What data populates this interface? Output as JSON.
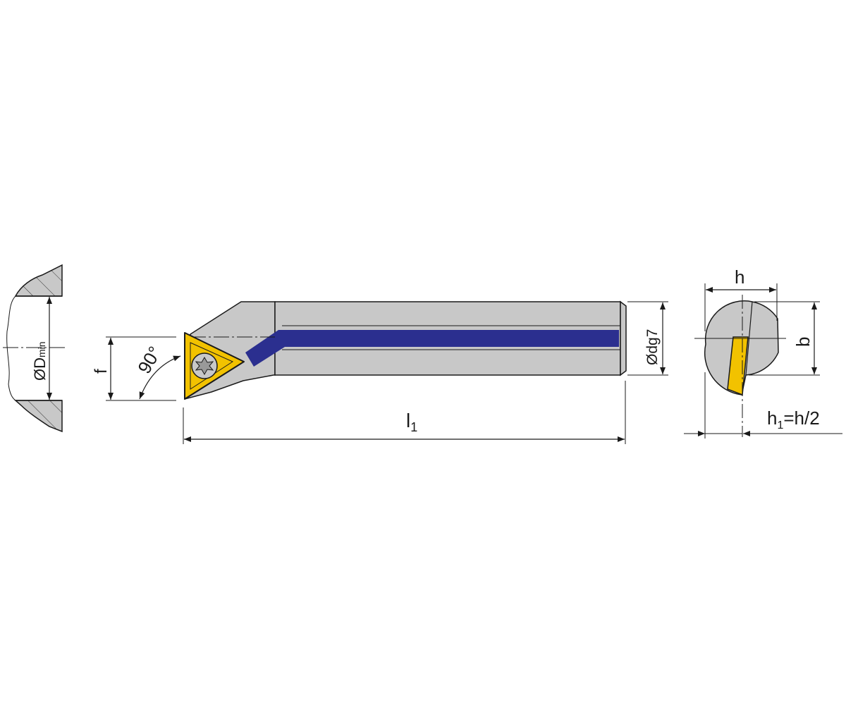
{
  "labels": {
    "d_min": "ØD",
    "d_min_sub": "min",
    "f": "f",
    "angle": "90°",
    "l1": "l",
    "l1_sub": "1",
    "dg7": "Ødg7",
    "h": "h",
    "b": "b",
    "h1": "h",
    "h1_sub": "1",
    "h1_rest": "=h/2"
  },
  "colors": {
    "body": "#c8c8c8",
    "insert": "#f2c200",
    "coolant": "#2b2f8f",
    "line": "#1a1a1a"
  }
}
